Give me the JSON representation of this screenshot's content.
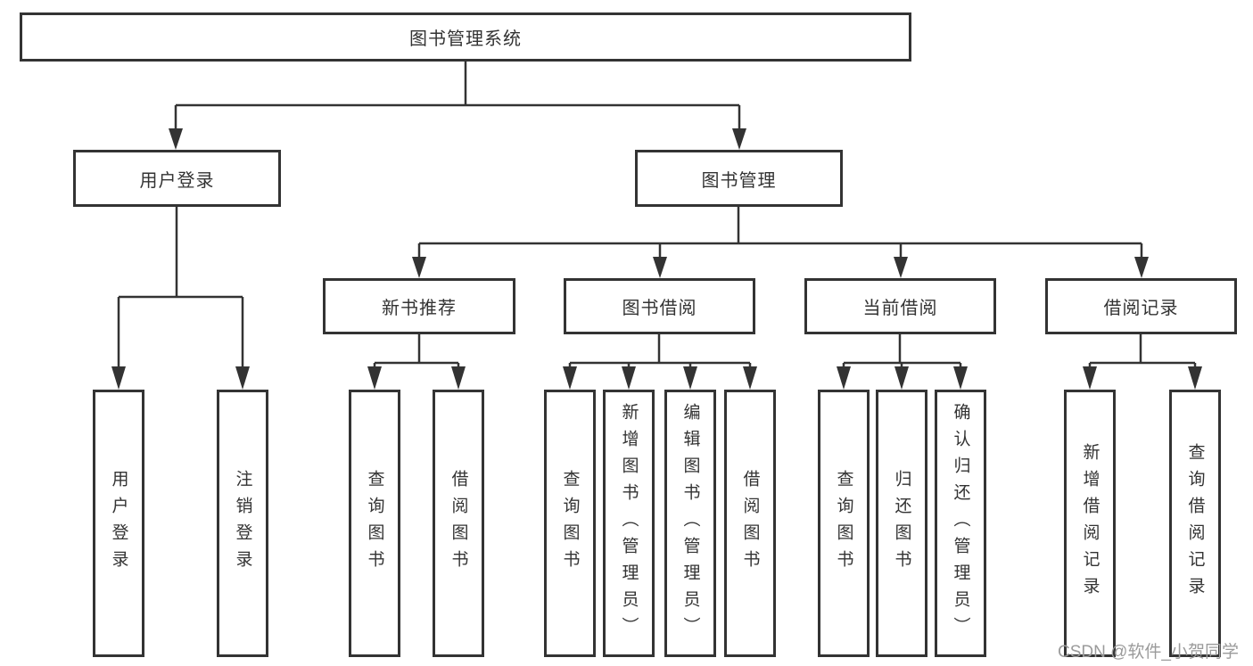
{
  "tree": {
    "label": "图书管理系统",
    "children": [
      {
        "label": "用户登录",
        "children": [
          {
            "label": "用户登录"
          },
          {
            "label": "注销登录"
          }
        ]
      },
      {
        "label": "图书管理",
        "children": [
          {
            "label": "新书推荐",
            "children": [
              {
                "label": "查询图书"
              },
              {
                "label": "借阅图书"
              }
            ]
          },
          {
            "label": "图书借阅",
            "children": [
              {
                "label": "查询图书"
              },
              {
                "label": "新增图书（管理员）"
              },
              {
                "label": "编辑图书（管理员）"
              },
              {
                "label": "借阅图书"
              }
            ]
          },
          {
            "label": "当前借阅",
            "children": [
              {
                "label": "查询图书"
              },
              {
                "label": "归还图书"
              },
              {
                "label": "确认归还（管理员）"
              }
            ]
          },
          {
            "label": "借阅记录",
            "children": [
              {
                "label": "新增借阅记录"
              },
              {
                "label": "查询借阅记录"
              }
            ]
          }
        ]
      }
    ]
  },
  "watermark": {
    "text": "CSDN @软件_小贺同学"
  },
  "colors": {
    "line": "#333333",
    "box_border": "#333333",
    "text": "#333333",
    "watermark": "#9b9b9b",
    "background": "#ffffff"
  }
}
